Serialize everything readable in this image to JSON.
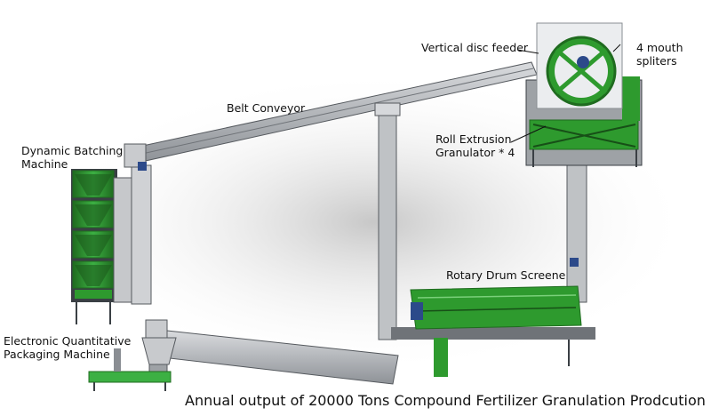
{
  "labels": {
    "vertical_disc_feeder": "Vertical disc feeder",
    "mouth_splitters": [
      "4 mouth",
      "spliters"
    ],
    "belt_conveyor": "Belt Conveyor",
    "roll_extrusion": [
      "Roll Extrusion",
      "Granulator * 4"
    ],
    "dynamic_batching": [
      "Dynamic Batching",
      "Machine"
    ],
    "rotary_drum": "Rotary Drum Screene",
    "packaging": [
      "Electronic Quantitative",
      "Packaging Machine"
    ]
  },
  "caption": "Annual output of 20000 Tons Compound Fertilizer Granulation Prodcution",
  "colors": {
    "green": "#2e9a2e",
    "green_dark": "#1f6b1f",
    "steel": "#b9bcc0",
    "steel_dark": "#55595e",
    "blue": "#2c4a8a"
  }
}
